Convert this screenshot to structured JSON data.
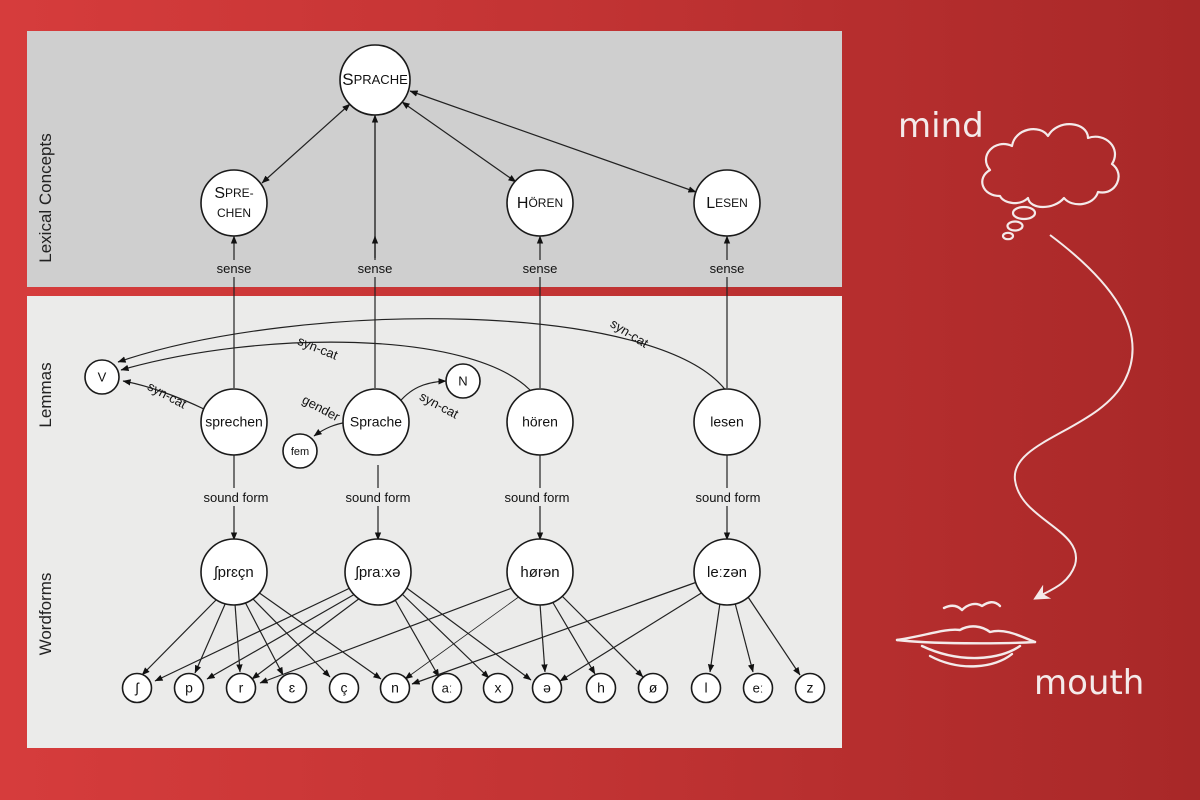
{
  "levels": {
    "concepts": "Lexical Concepts",
    "lemmas": "Lemmas",
    "wordforms": "Wordforms"
  },
  "concepts": {
    "root": {
      "first": "S",
      "rest": "PRACHE"
    },
    "sprechen_line1": {
      "first": "S",
      "rest": "PRE-"
    },
    "sprechen_line2": "CHEN",
    "hoeren": {
      "first": "H",
      "rest": "ÖREN"
    },
    "lesen": {
      "first": "L",
      "rest": "ESEN"
    }
  },
  "lemmas": {
    "v": "V",
    "sprechen": "sprechen",
    "sprache": "Sprache",
    "n": "N",
    "fem": "fem",
    "hoeren": "hören",
    "lesen": "lesen"
  },
  "edge_labels": {
    "sense": "sense",
    "syn_cat": "syn-cat",
    "gender": "gender",
    "sound_form": "sound form"
  },
  "wordforms": {
    "sprechen": "ʃprɛçn",
    "sprache": "ʃpraːxə",
    "hoeren": "hørən",
    "lesen": "leːzən"
  },
  "phonemes": [
    "ʃ",
    "p",
    "r",
    "ɛ",
    "ç",
    "n",
    "aː",
    "x",
    "ə",
    "h",
    "ø",
    "l",
    "eː",
    "z"
  ],
  "sidebar": {
    "mind": "mind",
    "mouth": "mouth"
  },
  "colors": {
    "background": "#c13333",
    "concept_panel": "#cfcfcf",
    "lower_panel": "#ebebea",
    "accent_light": "#f4eaea"
  }
}
